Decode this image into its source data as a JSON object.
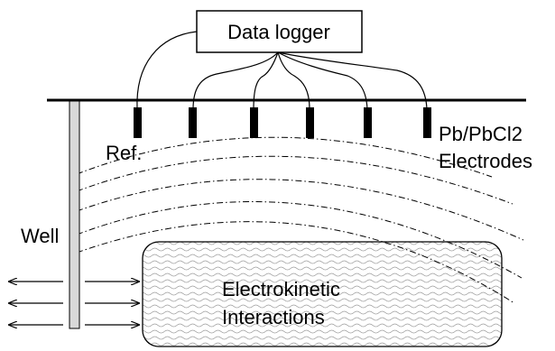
{
  "diagram": {
    "logger_label": "Data logger",
    "ref_label": "Ref.",
    "electrodes_label_line1": "Pb/PbCl2",
    "electrodes_label_line2": "Electrodes",
    "well_label": "Well",
    "zone_label_line1": "Electrokinetic",
    "zone_label_line2": "Interactions"
  },
  "colors": {
    "stroke": "#000000",
    "well_fill": "#d9d9d9",
    "zone_pattern": "#9a9a9a"
  }
}
